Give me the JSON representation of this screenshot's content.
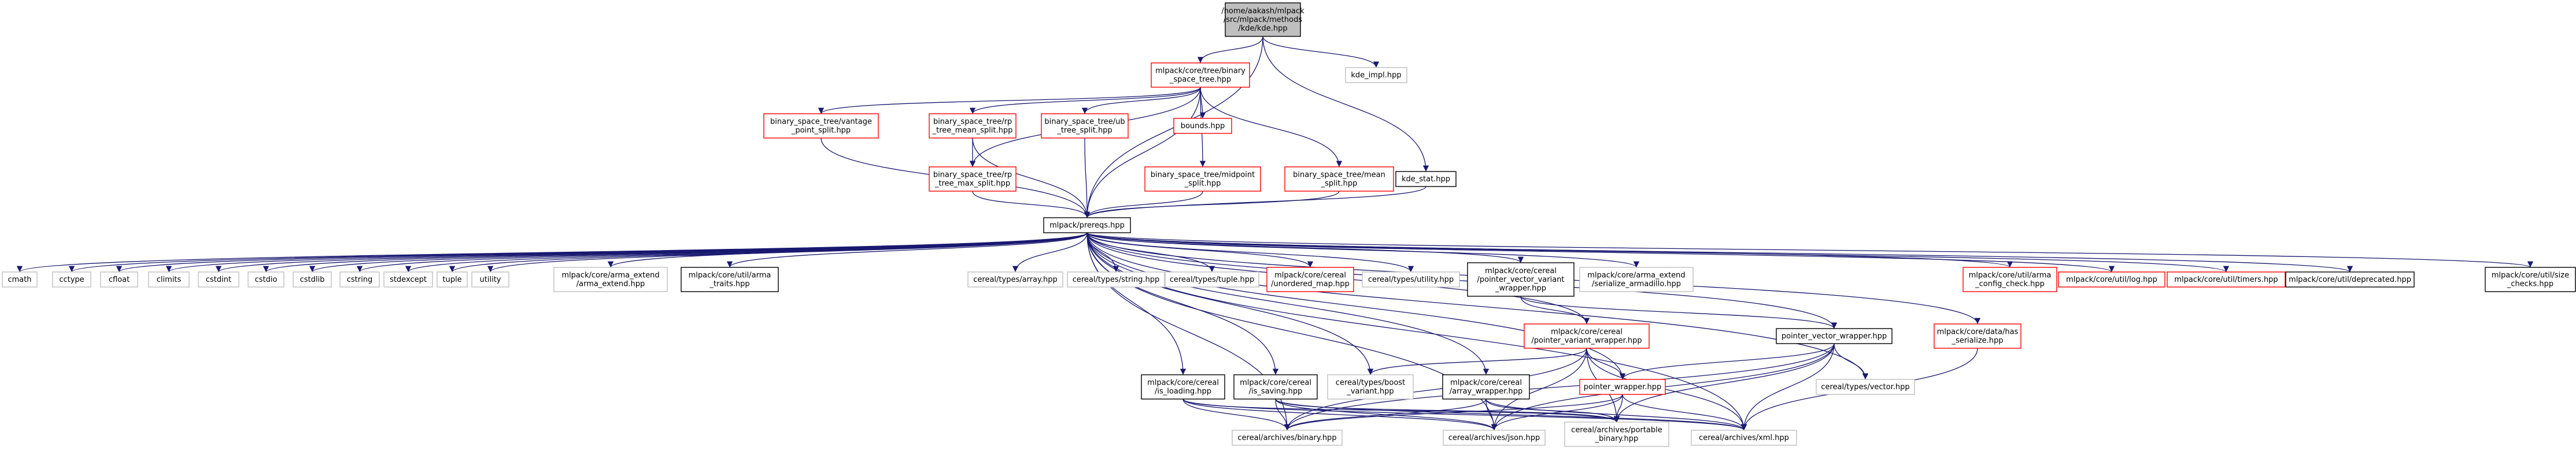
{
  "colors": {
    "root_fill": "#bfbfbf",
    "root_stroke": "#000000",
    "black_stroke": "#000000",
    "red_stroke": "#ff0000",
    "gray_stroke": "#bfbfbf",
    "edge": "#191970",
    "text": "#000000"
  },
  "nodes": [
    {
      "id": "kde",
      "kind": "root",
      "lines": [
        "/home/aakash/mlpack",
        "/src/mlpack/methods",
        "/kde/kde.hpp"
      ]
    },
    {
      "id": "bst",
      "kind": "red",
      "lines": [
        "mlpack/core/tree/binary",
        "_space_tree.hpp"
      ]
    },
    {
      "id": "kde_impl",
      "kind": "gray",
      "lines": [
        "kde_impl.hpp"
      ]
    },
    {
      "id": "vp",
      "kind": "red",
      "lines": [
        "binary_space_tree/vantage",
        "_point_split.hpp"
      ]
    },
    {
      "id": "rpmean",
      "kind": "red",
      "lines": [
        "binary_space_tree/rp",
        "_tree_mean_split.hpp"
      ]
    },
    {
      "id": "ub",
      "kind": "red",
      "lines": [
        "binary_space_tree/ub",
        "_tree_split.hpp"
      ]
    },
    {
      "id": "bounds",
      "kind": "red",
      "lines": [
        "bounds.hpp"
      ]
    },
    {
      "id": "rpmax",
      "kind": "red",
      "lines": [
        "binary_space_tree/rp",
        "_tree_max_split.hpp"
      ]
    },
    {
      "id": "midpoint",
      "kind": "red",
      "lines": [
        "binary_space_tree/midpoint",
        "_split.hpp"
      ]
    },
    {
      "id": "meansplit",
      "kind": "red",
      "lines": [
        "binary_space_tree/mean",
        "_split.hpp"
      ]
    },
    {
      "id": "kde_stat",
      "kind": "black",
      "lines": [
        "kde_stat.hpp"
      ]
    },
    {
      "id": "prereqs",
      "kind": "black",
      "lines": [
        "mlpack/prereqs.hpp"
      ]
    },
    {
      "id": "cmath",
      "kind": "gray",
      "lines": [
        "cmath"
      ]
    },
    {
      "id": "cctype",
      "kind": "gray",
      "lines": [
        "cctype"
      ]
    },
    {
      "id": "cfloat",
      "kind": "gray",
      "lines": [
        "cfloat"
      ]
    },
    {
      "id": "climits",
      "kind": "gray",
      "lines": [
        "climits"
      ]
    },
    {
      "id": "cstdint",
      "kind": "gray",
      "lines": [
        "cstdint"
      ]
    },
    {
      "id": "cstdio",
      "kind": "gray",
      "lines": [
        "cstdio"
      ]
    },
    {
      "id": "cstdlib",
      "kind": "gray",
      "lines": [
        "cstdlib"
      ]
    },
    {
      "id": "cstring",
      "kind": "gray",
      "lines": [
        "cstring"
      ]
    },
    {
      "id": "stdexcept",
      "kind": "gray",
      "lines": [
        "stdexcept"
      ]
    },
    {
      "id": "tuple",
      "kind": "gray",
      "lines": [
        "tuple"
      ]
    },
    {
      "id": "utility",
      "kind": "gray",
      "lines": [
        "utility"
      ]
    },
    {
      "id": "arma_extend",
      "kind": "gray",
      "lines": [
        "mlpack/core/arma_extend",
        "/arma_extend.hpp"
      ]
    },
    {
      "id": "arma_traits",
      "kind": "black",
      "lines": [
        "mlpack/core/util/arma",
        "_traits.hpp"
      ]
    },
    {
      "id": "cer_array",
      "kind": "gray",
      "lines": [
        "cereal/types/array.hpp"
      ]
    },
    {
      "id": "cer_string",
      "kind": "gray",
      "lines": [
        "cereal/types/string.hpp"
      ]
    },
    {
      "id": "cer_tuple",
      "kind": "gray",
      "lines": [
        "cereal/types/tuple.hpp"
      ]
    },
    {
      "id": "unordered_map",
      "kind": "red",
      "lines": [
        "mlpack/core/cereal",
        "/unordered_map.hpp"
      ]
    },
    {
      "id": "cer_utility",
      "kind": "gray",
      "lines": [
        "cereal/types/utility.hpp"
      ]
    },
    {
      "id": "ptr_vec_variant",
      "kind": "black",
      "lines": [
        "mlpack/core/cereal",
        "/pointer_vector_variant",
        "_wrapper.hpp"
      ]
    },
    {
      "id": "ser_armadillo",
      "kind": "gray",
      "lines": [
        "mlpack/core/arma_extend",
        "/serialize_armadillo.hpp"
      ]
    },
    {
      "id": "arma_config",
      "kind": "red",
      "lines": [
        "mlpack/core/util/arma",
        "_config_check.hpp"
      ]
    },
    {
      "id": "log",
      "kind": "red",
      "lines": [
        "mlpack/core/util/log.hpp"
      ]
    },
    {
      "id": "timers",
      "kind": "red",
      "lines": [
        "mlpack/core/util/timers.hpp"
      ]
    },
    {
      "id": "deprecated",
      "kind": "black",
      "lines": [
        "mlpack/core/util/deprecated.hpp"
      ]
    },
    {
      "id": "size_checks",
      "kind": "black",
      "lines": [
        "mlpack/core/util/size",
        "_checks.hpp"
      ]
    },
    {
      "id": "ptr_variant",
      "kind": "red",
      "lines": [
        "mlpack/core/cereal",
        "/pointer_variant_wrapper.hpp"
      ]
    },
    {
      "id": "ptr_vec_wrapper",
      "kind": "black",
      "lines": [
        "pointer_vector_wrapper.hpp"
      ]
    },
    {
      "id": "has_serialize",
      "kind": "red",
      "lines": [
        "mlpack/core/data/has",
        "_serialize.hpp"
      ]
    },
    {
      "id": "boost_variant",
      "kind": "gray",
      "lines": [
        "cereal/types/boost",
        "_variant.hpp"
      ]
    },
    {
      "id": "is_loading",
      "kind": "black",
      "lines": [
        "mlpack/core/cereal",
        "/is_loading.hpp"
      ]
    },
    {
      "id": "is_saving",
      "kind": "black",
      "lines": [
        "mlpack/core/cereal",
        "/is_saving.hpp"
      ]
    },
    {
      "id": "array_wrapper",
      "kind": "black",
      "lines": [
        "mlpack/core/cereal",
        "/array_wrapper.hpp"
      ]
    },
    {
      "id": "pointer_wrapper",
      "kind": "red",
      "lines": [
        "pointer_wrapper.hpp"
      ]
    },
    {
      "id": "cer_vector",
      "kind": "gray",
      "lines": [
        "cereal/types/vector.hpp"
      ]
    },
    {
      "id": "arch_binary",
      "kind": "gray",
      "lines": [
        "cereal/archives/binary.hpp"
      ]
    },
    {
      "id": "arch_json",
      "kind": "gray",
      "lines": [
        "cereal/archives/json.hpp"
      ]
    },
    {
      "id": "arch_portable",
      "kind": "gray",
      "lines": [
        "cereal/archives/portable",
        "_binary.hpp"
      ]
    },
    {
      "id": "arch_xml",
      "kind": "gray",
      "lines": [
        "cereal/archives/xml.hpp"
      ]
    }
  ],
  "edges": [
    [
      "kde",
      "bst"
    ],
    [
      "kde",
      "kde_impl"
    ],
    [
      "kde",
      "kde_stat"
    ],
    [
      "kde",
      "prereqs"
    ],
    [
      "bst",
      "vp"
    ],
    [
      "bst",
      "rpmean"
    ],
    [
      "bst",
      "ub"
    ],
    [
      "bst",
      "bounds"
    ],
    [
      "bst",
      "rpmax"
    ],
    [
      "bst",
      "midpoint"
    ],
    [
      "bst",
      "meansplit"
    ],
    [
      "bst",
      "prereqs"
    ],
    [
      "vp",
      "prereqs"
    ],
    [
      "rpmean",
      "rpmax"
    ],
    [
      "rpmean",
      "prereqs"
    ],
    [
      "ub",
      "prereqs"
    ],
    [
      "rpmax",
      "prereqs"
    ],
    [
      "midpoint",
      "prereqs"
    ],
    [
      "meansplit",
      "prereqs"
    ],
    [
      "kde_stat",
      "prereqs"
    ],
    [
      "prereqs",
      "cmath"
    ],
    [
      "prereqs",
      "cctype"
    ],
    [
      "prereqs",
      "cfloat"
    ],
    [
      "prereqs",
      "climits"
    ],
    [
      "prereqs",
      "cstdint"
    ],
    [
      "prereqs",
      "cstdio"
    ],
    [
      "prereqs",
      "cstdlib"
    ],
    [
      "prereqs",
      "cstring"
    ],
    [
      "prereqs",
      "stdexcept"
    ],
    [
      "prereqs",
      "tuple"
    ],
    [
      "prereqs",
      "utility"
    ],
    [
      "prereqs",
      "arma_extend"
    ],
    [
      "prereqs",
      "arma_traits"
    ],
    [
      "prereqs",
      "cer_array"
    ],
    [
      "prereqs",
      "cer_string"
    ],
    [
      "prereqs",
      "cer_tuple"
    ],
    [
      "prereqs",
      "unordered_map"
    ],
    [
      "prereqs",
      "cer_utility"
    ],
    [
      "prereqs",
      "ptr_vec_variant"
    ],
    [
      "prereqs",
      "ser_armadillo"
    ],
    [
      "prereqs",
      "arma_config"
    ],
    [
      "prereqs",
      "log"
    ],
    [
      "prereqs",
      "timers"
    ],
    [
      "prereqs",
      "deprecated"
    ],
    [
      "prereqs",
      "size_checks"
    ],
    [
      "prereqs",
      "is_loading"
    ],
    [
      "prereqs",
      "is_saving"
    ],
    [
      "prereqs",
      "array_wrapper"
    ],
    [
      "prereqs",
      "pointer_wrapper"
    ],
    [
      "prereqs",
      "ptr_variant"
    ],
    [
      "prereqs",
      "ptr_vec_wrapper"
    ],
    [
      "prereqs",
      "has_serialize"
    ],
    [
      "prereqs",
      "cer_vector"
    ],
    [
      "prereqs",
      "arch_binary"
    ],
    [
      "prereqs",
      "arch_json"
    ],
    [
      "prereqs",
      "arch_xml"
    ],
    [
      "prereqs",
      "boost_variant"
    ],
    [
      "ptr_vec_variant",
      "ptr_variant"
    ],
    [
      "ptr_vec_variant",
      "ptr_vec_wrapper"
    ],
    [
      "ptr_variant",
      "boost_variant"
    ],
    [
      "ptr_variant",
      "pointer_wrapper"
    ],
    [
      "ptr_variant",
      "arch_binary"
    ],
    [
      "ptr_variant",
      "arch_json"
    ],
    [
      "ptr_variant",
      "arch_portable"
    ],
    [
      "ptr_variant",
      "arch_xml"
    ],
    [
      "ptr_vec_wrapper",
      "pointer_wrapper"
    ],
    [
      "ptr_vec_wrapper",
      "cer_vector"
    ],
    [
      "ptr_vec_wrapper",
      "arch_binary"
    ],
    [
      "ptr_vec_wrapper",
      "arch_json"
    ],
    [
      "ptr_vec_wrapper",
      "arch_portable"
    ],
    [
      "ptr_vec_wrapper",
      "arch_xml"
    ],
    [
      "has_serialize",
      "arch_xml"
    ],
    [
      "is_loading",
      "arch_binary"
    ],
    [
      "is_loading",
      "arch_json"
    ],
    [
      "is_loading",
      "arch_portable"
    ],
    [
      "is_loading",
      "arch_xml"
    ],
    [
      "is_saving",
      "arch_binary"
    ],
    [
      "is_saving",
      "arch_json"
    ],
    [
      "is_saving",
      "arch_portable"
    ],
    [
      "is_saving",
      "arch_xml"
    ],
    [
      "array_wrapper",
      "arch_binary"
    ],
    [
      "array_wrapper",
      "arch_json"
    ],
    [
      "array_wrapper",
      "arch_portable"
    ],
    [
      "array_wrapper",
      "arch_xml"
    ],
    [
      "pointer_wrapper",
      "arch_binary"
    ],
    [
      "pointer_wrapper",
      "arch_json"
    ],
    [
      "pointer_wrapper",
      "arch_portable"
    ],
    [
      "pointer_wrapper",
      "arch_xml"
    ]
  ]
}
